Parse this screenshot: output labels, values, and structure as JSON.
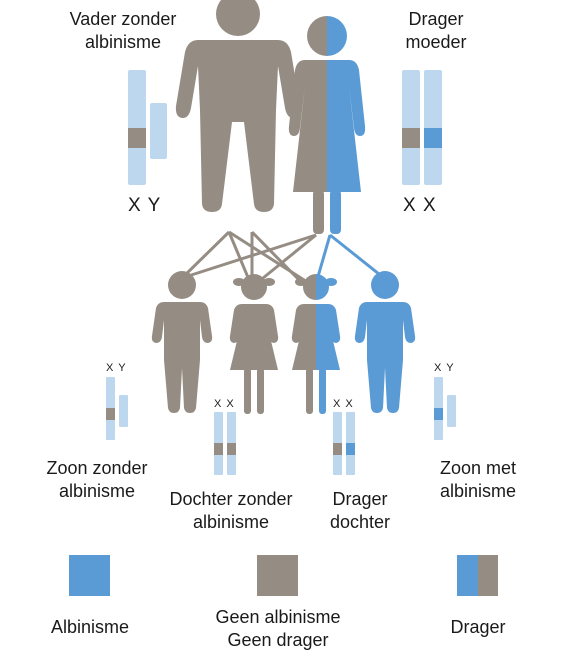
{
  "labels": {
    "father": [
      "Vader zonder",
      "albinisme"
    ],
    "mother": [
      "Drager",
      "moeder"
    ],
    "son_no": [
      "Zoon zonder",
      "albinisme"
    ],
    "daughter_no": [
      "Dochter zonder",
      "albinisme"
    ],
    "daughter_carrier": [
      "Drager",
      "dochter"
    ],
    "son_with": [
      "Zoon met",
      "albinisme"
    ]
  },
  "chromosomes": {
    "father": "X Y",
    "mother": "X X",
    "son_no": "X Y",
    "daughter_no": "X X",
    "daughter_carrier": "X X",
    "son_with": "X Y"
  },
  "legend": {
    "albinism": "Albinisme",
    "none": [
      "Geen albinisme",
      "Geen drager"
    ],
    "carrier": "Drager"
  },
  "colors": {
    "gray": "#958d83",
    "blue": "#5b9bd5",
    "light_blue": "#bdd7ee"
  }
}
